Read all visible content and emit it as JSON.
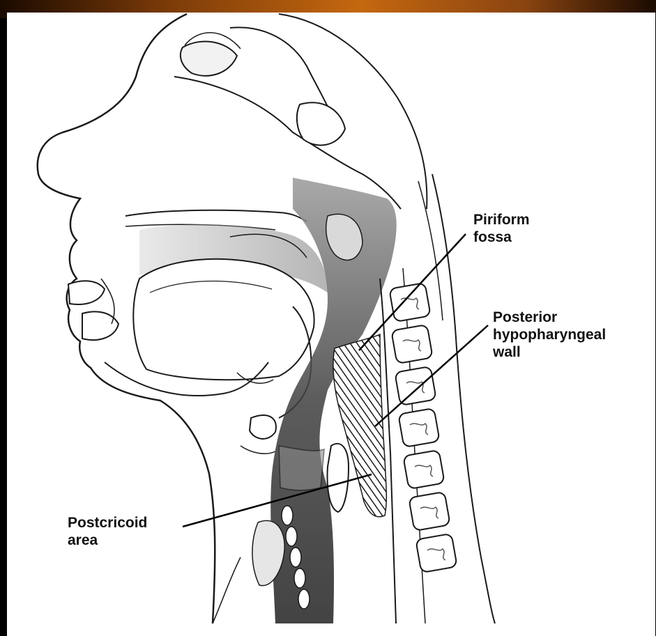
{
  "labels": {
    "piriform": "Piriform\nfossa",
    "posterior_wall": "Posterior\nhypopharyngeal\nwall",
    "postcricoid": "Postcricoid\narea"
  },
  "colors": {
    "background": "#000000",
    "panel": "#ffffff",
    "ink": "#1a1a1a",
    "shade": "#3a3a3a",
    "accent_glow": "#c5680f"
  }
}
